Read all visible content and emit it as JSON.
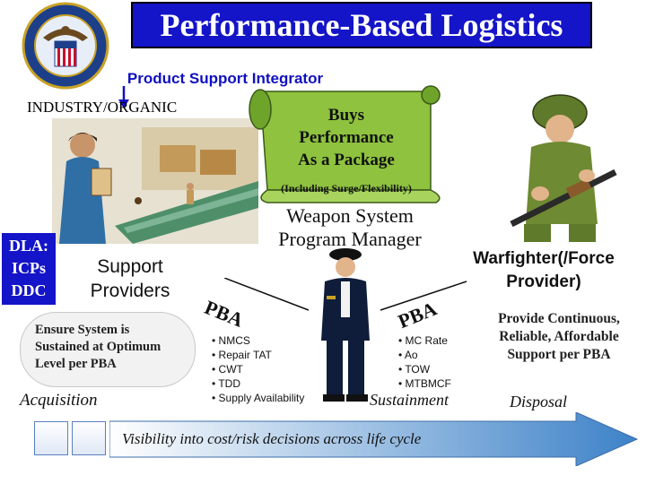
{
  "title": "Performance-Based Logistics",
  "product_support_integrator": "Product Support Integrator",
  "industry_organic": "INDUSTRY/ORGANIC",
  "scroll": {
    "lines": [
      "Buys",
      "Performance",
      "As a Package"
    ],
    "sub": "(Including Surge/Flexibility)"
  },
  "program_manager": [
    "Weapon System",
    "Program Manager"
  ],
  "dla_lines": [
    "DLA:",
    "ICPs",
    "DDC"
  ],
  "support_providers": [
    "Support",
    "Providers"
  ],
  "ensure_lines": [
    "Ensure System is",
    "Sustained at Optimum",
    "Level per PBA"
  ],
  "acquisition": "Acquisition",
  "pba_left": "PBA",
  "pba_right": "PBA",
  "pm_metrics": [
    "• NMCS",
    "• Repair TAT",
    "• CWT",
    "• TDD",
    "• Supply Availability"
  ],
  "warfighter_metrics": [
    "• MC Rate",
    "• Ao",
    "• TOW",
    "• MTBMCF"
  ],
  "sustainment": "Sustainment",
  "warfighter": [
    "Warfighter(/Force",
    "Provider)"
  ],
  "provide_lines": [
    "Provide Continuous,",
    "Reliable, Affordable",
    "Support per PBA"
  ],
  "disposal": "Disposal",
  "visibility": "Visibility into cost/risk decisions across life cycle",
  "colors": {
    "title_bg": "#1414c8",
    "scroll_fill": "#8ec23f",
    "arrow_fill": "#6fa8dc",
    "dla_bg": "#1414c8"
  }
}
